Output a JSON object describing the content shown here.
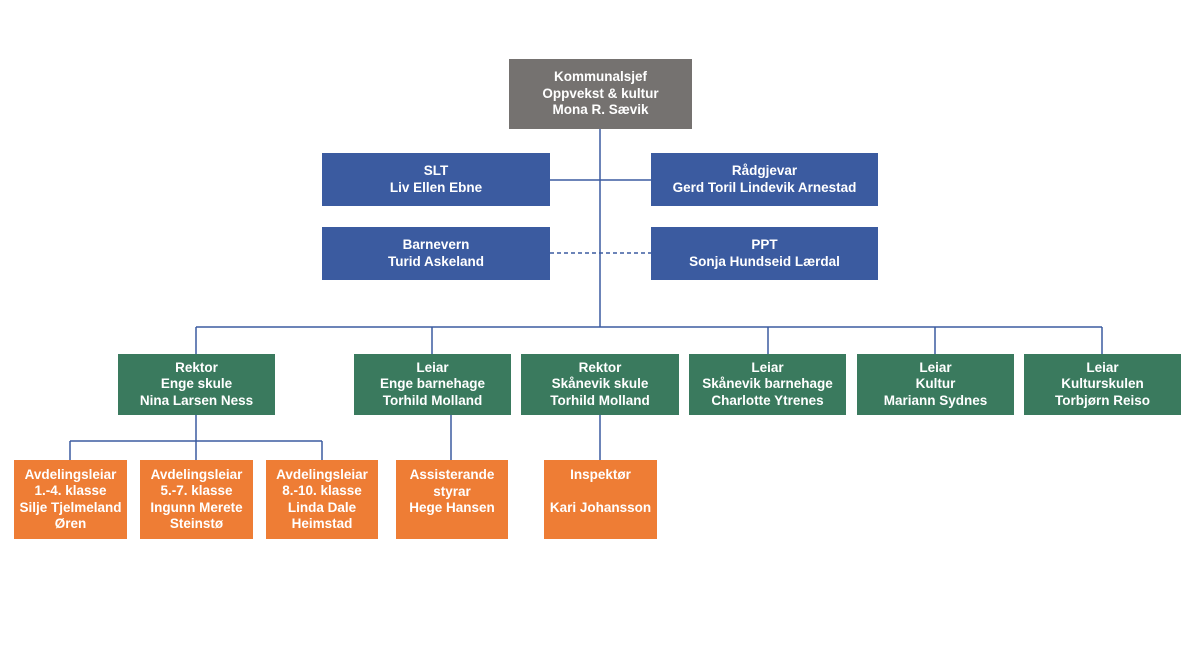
{
  "colors": {
    "top": "#757270",
    "staff": "#3b5ba0",
    "unit": "#3a7a5e",
    "sub": "#ee7d35",
    "connector": "#3b5ba0"
  },
  "top": {
    "lines": [
      "Kommunalsjef",
      "Oppvekst & kultur",
      "Mona R. Sævik"
    ]
  },
  "staff": {
    "slt": {
      "lines": [
        "SLT",
        "Liv Ellen Ebne"
      ]
    },
    "radgjevar": {
      "lines": [
        "Rådgjevar",
        "Gerd Toril Lindevik Arnestad"
      ]
    },
    "barnevern": {
      "lines": [
        "Barnevern",
        "Turid Askeland"
      ]
    },
    "ppt": {
      "lines": [
        "PPT",
        "Sonja Hundseid Lærdal"
      ]
    }
  },
  "units": [
    {
      "lines": [
        "Rektor",
        "Enge skule",
        "Nina Larsen Ness"
      ]
    },
    {
      "lines": [
        "Leiar",
        "Enge barnehage",
        "Torhild Molland"
      ]
    },
    {
      "lines": [
        "Rektor",
        "Skånevik skule",
        "Torhild Molland"
      ]
    },
    {
      "lines": [
        "Leiar",
        "Skånevik barnehage",
        "Charlotte Ytrenes"
      ]
    },
    {
      "lines": [
        "Leiar",
        "Kultur",
        "Mariann Sydnes"
      ]
    },
    {
      "lines": [
        "Leiar",
        "Kulturskulen",
        "Torbjørn Reiso"
      ]
    }
  ],
  "subunits": [
    {
      "lines": [
        "Avdelingsleiar",
        "1.-4. klasse",
        "Silje Tjelmeland",
        "Øren"
      ]
    },
    {
      "lines": [
        "Avdelingsleiar",
        "5.-7. klasse",
        "Ingunn Merete",
        "Steinstø"
      ]
    },
    {
      "lines": [
        "Avdelingsleiar",
        "8.-10. klasse",
        "Linda Dale",
        "Heimstad"
      ]
    },
    {
      "lines": [
        "Assisterande",
        "styrar",
        "Hege Hansen"
      ]
    },
    {
      "lines": [
        "Inspektør",
        "",
        "Kari Johansson"
      ]
    }
  ]
}
